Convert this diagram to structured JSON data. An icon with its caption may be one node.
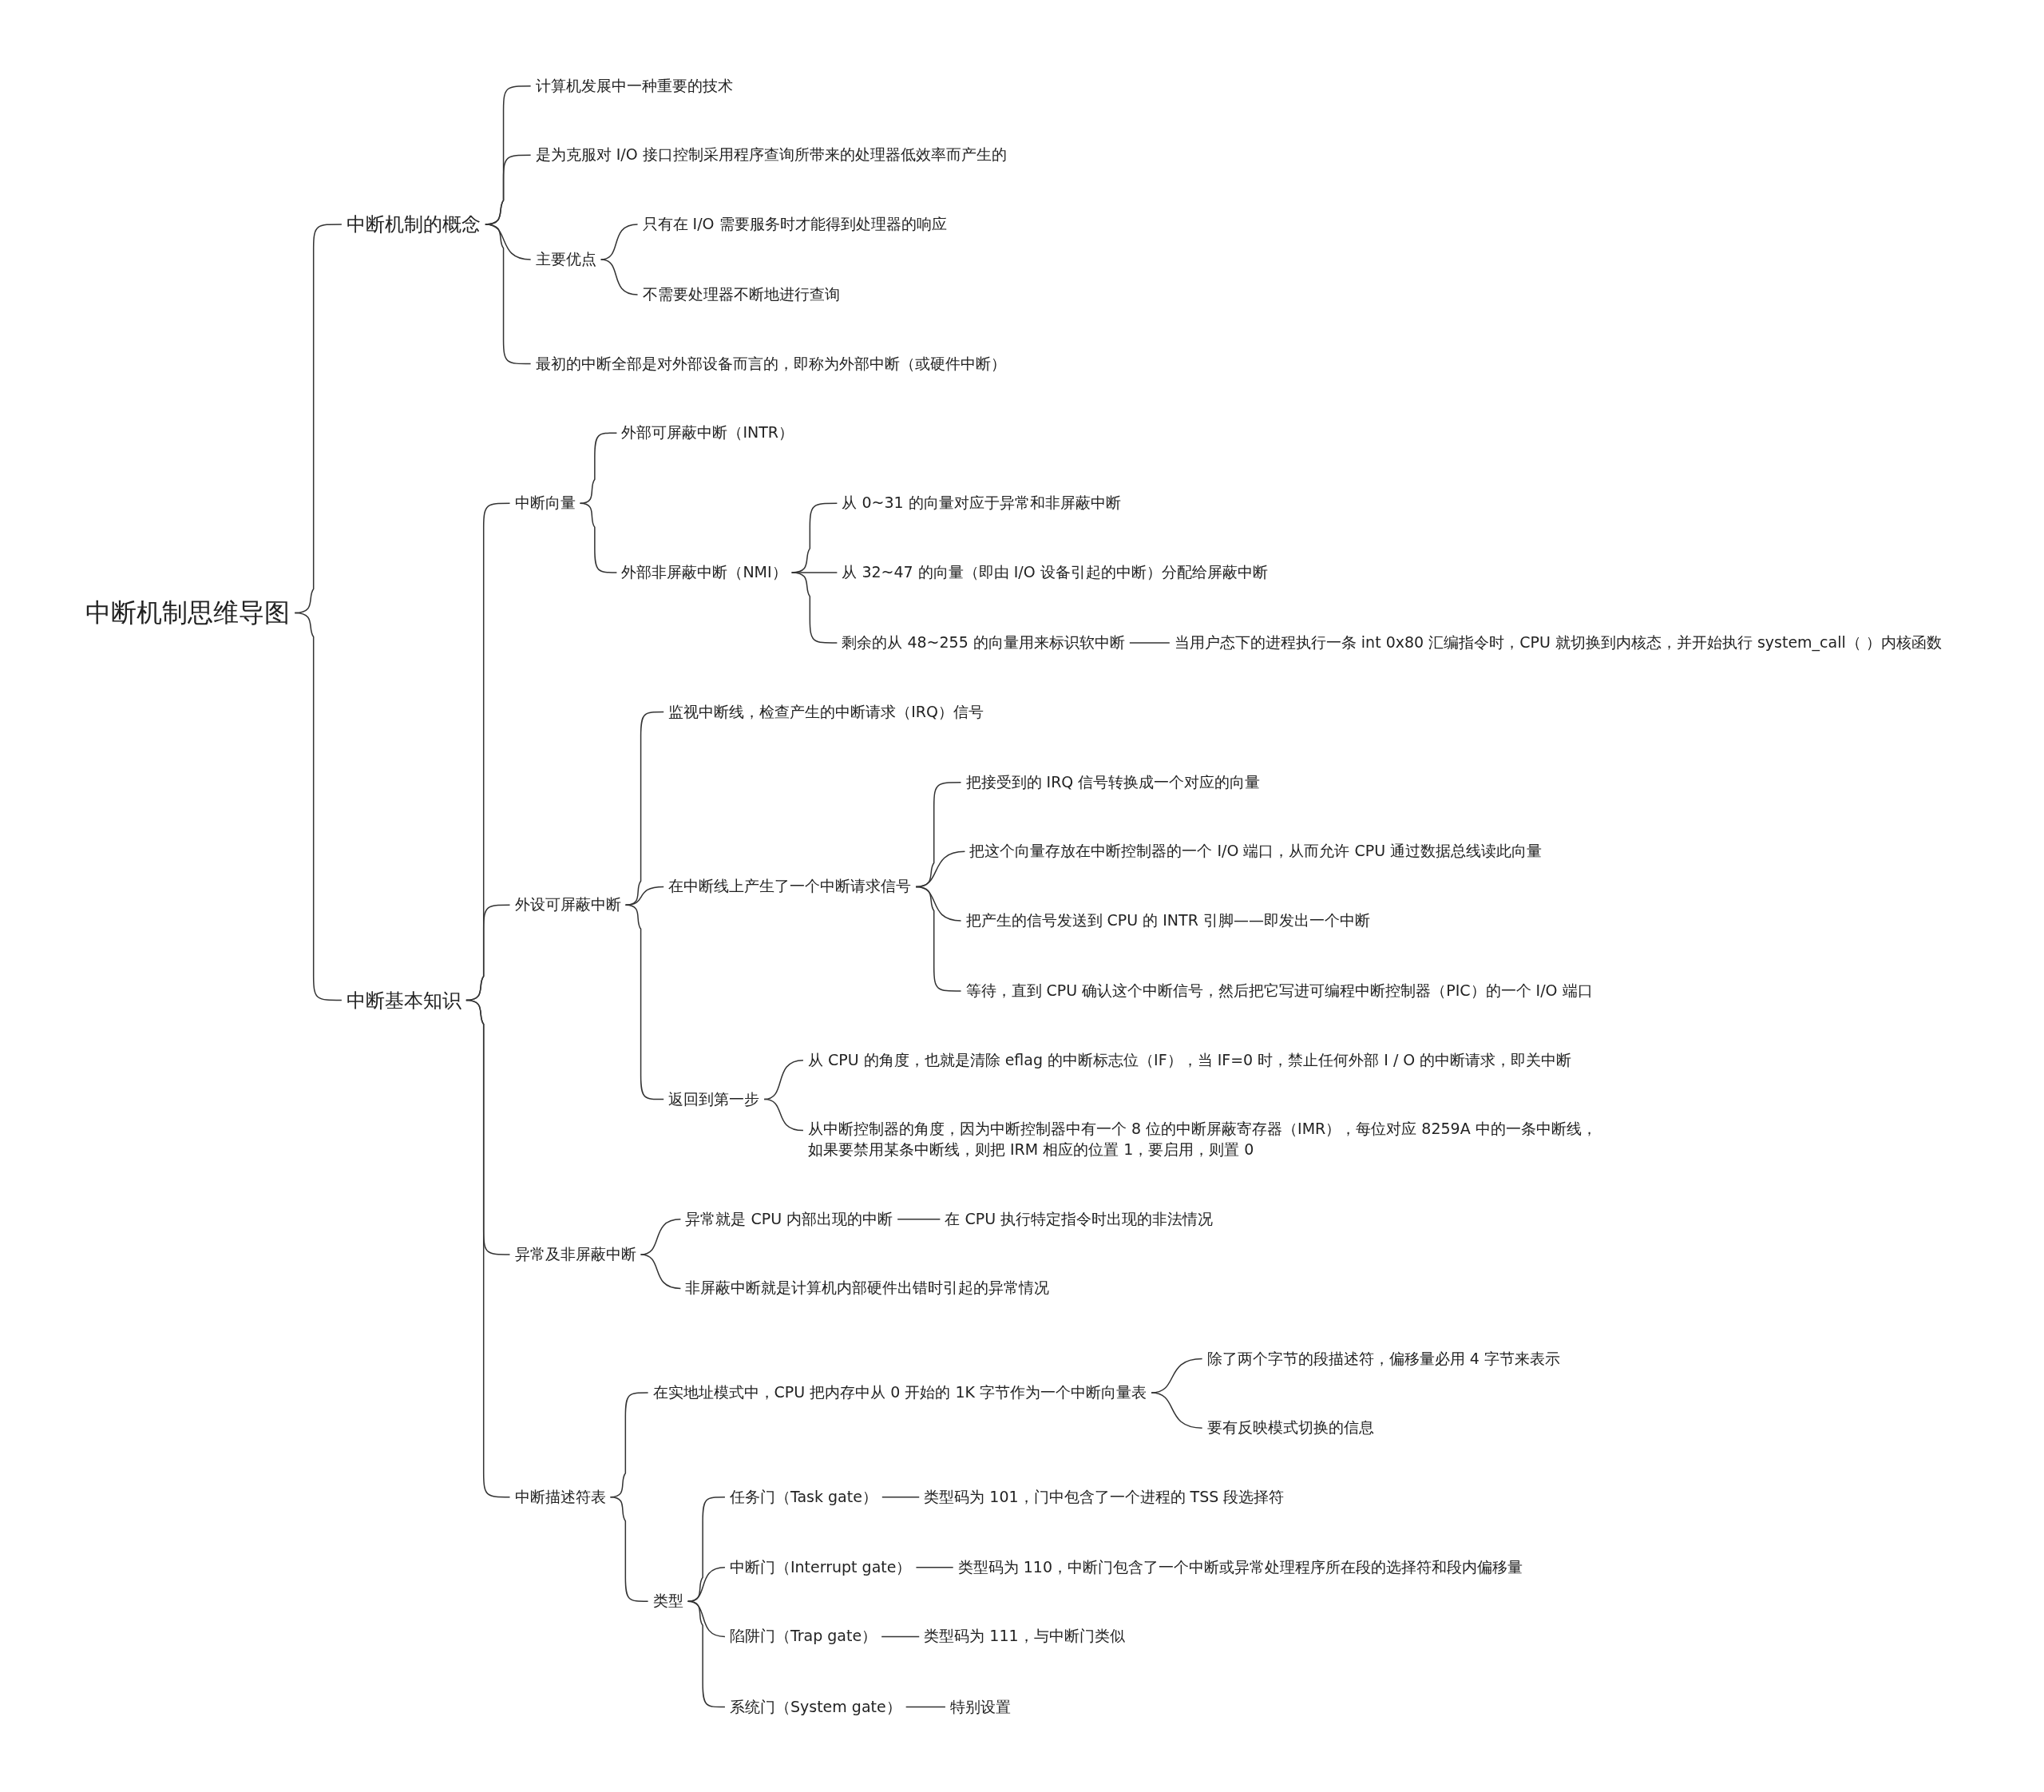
{
  "diagram": {
    "nodes": [
      {
        "text": [
          "中断机制思维导图"
        ]
      },
      {
        "text": [
          "中断机制的概念"
        ]
      },
      {
        "text": [
          "计算机发展中一种重要的技术"
        ]
      },
      {
        "text": [
          "是为克服对 I/O 接口控制采用程序查询所带来的处理器低效率而产生的"
        ]
      },
      {
        "text": [
          "主要优点"
        ]
      },
      {
        "text": [
          "只有在 I/O 需要服务时才能得到处理器的响应"
        ]
      },
      {
        "text": [
          "不需要处理器不断地进行查询"
        ]
      },
      {
        "text": [
          "最初的中断全部是对外部设备而言的，即称为外部中断（或硬件中断）"
        ]
      },
      {
        "text": [
          "中断基本知识"
        ]
      },
      {
        "text": [
          "中断向量"
        ]
      },
      {
        "text": [
          "外部可屏蔽中断（INTR）"
        ]
      },
      {
        "text": [
          "外部非屏蔽中断（NMI）"
        ]
      },
      {
        "text": [
          "从 0~31 的向量对应于异常和非屏蔽中断"
        ]
      },
      {
        "text": [
          "从 32~47 的向量（即由 I/O 设备引起的中断）分配给屏蔽中断"
        ]
      },
      {
        "text": [
          "剩余的从 48~255 的向量用来标识软中断"
        ]
      },
      {
        "text": [
          "当用户态下的进程执行一条 int 0x80 汇编指令时，CPU 就切换到内核态，并开始执行 system_call（ ）内核函数"
        ]
      },
      {
        "text": [
          "外设可屏蔽中断"
        ]
      },
      {
        "text": [
          "监视中断线，检查产生的中断请求（IRQ）信号"
        ]
      },
      {
        "text": [
          "在中断线上产生了一个中断请求信号"
        ]
      },
      {
        "text": [
          "把接受到的 IRQ 信号转换成一个对应的向量"
        ]
      },
      {
        "text": [
          "把这个向量存放在中断控制器的一个 I/O 端口，从而允许 CPU 通过数据总线读此向量"
        ]
      },
      {
        "text": [
          "把产生的信号发送到 CPU 的 INTR 引脚——即发出一个中断"
        ]
      },
      {
        "text": [
          "等待，直到 CPU 确认这个中断信号，然后把它写进可编程中断控制器（PIC）的一个 I/O 端口"
        ]
      },
      {
        "text": [
          "返回到第一步"
        ]
      },
      {
        "text": [
          "从 CPU 的角度，也就是清除 eflag 的中断标志位（IF），当 IF=0 时，禁止任何外部 I / O 的中断请求，即关中断"
        ]
      },
      {
        "text": [
          "从中断控制器的角度，因为中断控制器中有一个 8 位的中断屏蔽寄存器（IMR），每位对应 8259A 中的一条中断线，如果要禁用某条中断线，则把 IRM 相应的位置 1，要启用，则置 0"
        ]
      },
      {
        "text": [
          "异常及非屏蔽中断"
        ]
      },
      {
        "text": [
          "异常就是 CPU 内部出现的中断"
        ]
      },
      {
        "text": [
          "在 CPU 执行特定指令时出现的非法情况"
        ]
      },
      {
        "text": [
          "非屏蔽中断就是计算机内部硬件出错时引起的异常情况"
        ]
      },
      {
        "text": [
          "中断描述符表"
        ]
      },
      {
        "text": [
          "在实地址模式中，CPU 把内存中从 0 开始的 1K 字节作为一个中断向量表"
        ]
      },
      {
        "text": [
          "除了两个字节的段描述符，偏移量必用 4 字节来表示"
        ]
      },
      {
        "text": [
          "要有反映模式切换的信息"
        ]
      },
      {
        "text": [
          "类型"
        ]
      },
      {
        "text": [
          "任务门（Task gate）"
        ]
      },
      {
        "text": [
          "类型码为 101，门中包含了一个进程的 TSS 段选择符"
        ]
      },
      {
        "text": [
          "中断门（Interrupt gate）"
        ]
      },
      {
        "text": [
          "类型码为 110，中断门包含了一个中断或异常处理程序所在段的选择符和段内偏移量"
        ]
      },
      {
        "text": [
          "陷阱门（Trap gate）"
        ]
      },
      {
        "text": [
          "类型码为 111，与中断门类似"
        ]
      },
      {
        "text": [
          "系统门（System gate）"
        ]
      },
      {
        "text": [
          "特别设置"
        ]
      }
    ],
    "edges": [
      {
        "from": 0,
        "to": 1,
        "arrow": "none"
      },
      {
        "from": 1,
        "to": 2,
        "arrow": "none"
      },
      {
        "from": 1,
        "to": 3,
        "arrow": "none"
      },
      {
        "from": 1,
        "to": 4,
        "arrow": "none"
      },
      {
        "from": 4,
        "to": 5,
        "arrow": "none"
      },
      {
        "from": 4,
        "to": 6,
        "arrow": "none"
      },
      {
        "from": 1,
        "to": 7,
        "arrow": "none"
      },
      {
        "from": 0,
        "to": 8,
        "arrow": "none"
      },
      {
        "from": 8,
        "to": 9,
        "arrow": "none"
      },
      {
        "from": 9,
        "to": 10,
        "arrow": "none"
      },
      {
        "from": 9,
        "to": 11,
        "arrow": "none"
      },
      {
        "from": 11,
        "to": 12,
        "arrow": "none"
      },
      {
        "from": 11,
        "to": 13,
        "arrow": "none"
      },
      {
        "from": 11,
        "to": 14,
        "arrow": "none"
      },
      {
        "from": 14,
        "to": 15,
        "arrow": "none"
      },
      {
        "from": 8,
        "to": 16,
        "arrow": "none"
      },
      {
        "from": 16,
        "to": 17,
        "arrow": "none"
      },
      {
        "from": 16,
        "to": 18,
        "arrow": "none"
      },
      {
        "from": 18,
        "to": 19,
        "arrow": "none"
      },
      {
        "from": 18,
        "to": 20,
        "arrow": "none"
      },
      {
        "from": 18,
        "to": 21,
        "arrow": "none"
      },
      {
        "from": 18,
        "to": 22,
        "arrow": "none"
      },
      {
        "from": 16,
        "to": 23,
        "arrow": "none"
      },
      {
        "from": 23,
        "to": 24,
        "arrow": "none"
      },
      {
        "from": 23,
        "to": 25,
        "arrow": "none"
      },
      {
        "from": 8,
        "to": 26,
        "arrow": "none"
      },
      {
        "from": 26,
        "to": 27,
        "arrow": "none"
      },
      {
        "from": 27,
        "to": 28,
        "arrow": "none"
      },
      {
        "from": 26,
        "to": 29,
        "arrow": "none"
      },
      {
        "from": 8,
        "to": 30,
        "arrow": "none"
      },
      {
        "from": 30,
        "to": 31,
        "arrow": "none"
      },
      {
        "from": 31,
        "to": 32,
        "arrow": "none"
      },
      {
        "from": 31,
        "to": 33,
        "arrow": "none"
      },
      {
        "from": 30,
        "to": 34,
        "arrow": "none"
      },
      {
        "from": 34,
        "to": 35,
        "arrow": "none"
      },
      {
        "from": 35,
        "to": 36,
        "arrow": "none"
      },
      {
        "from": 34,
        "to": 37,
        "arrow": "none"
      },
      {
        "from": 37,
        "to": 38,
        "arrow": "none"
      },
      {
        "from": 34,
        "to": 39,
        "arrow": "none"
      },
      {
        "from": 39,
        "to": 40,
        "arrow": "none"
      },
      {
        "from": 34,
        "to": 41,
        "arrow": "none"
      },
      {
        "from": 41,
        "to": 42,
        "arrow": "none"
      }
    ]
  }
}
